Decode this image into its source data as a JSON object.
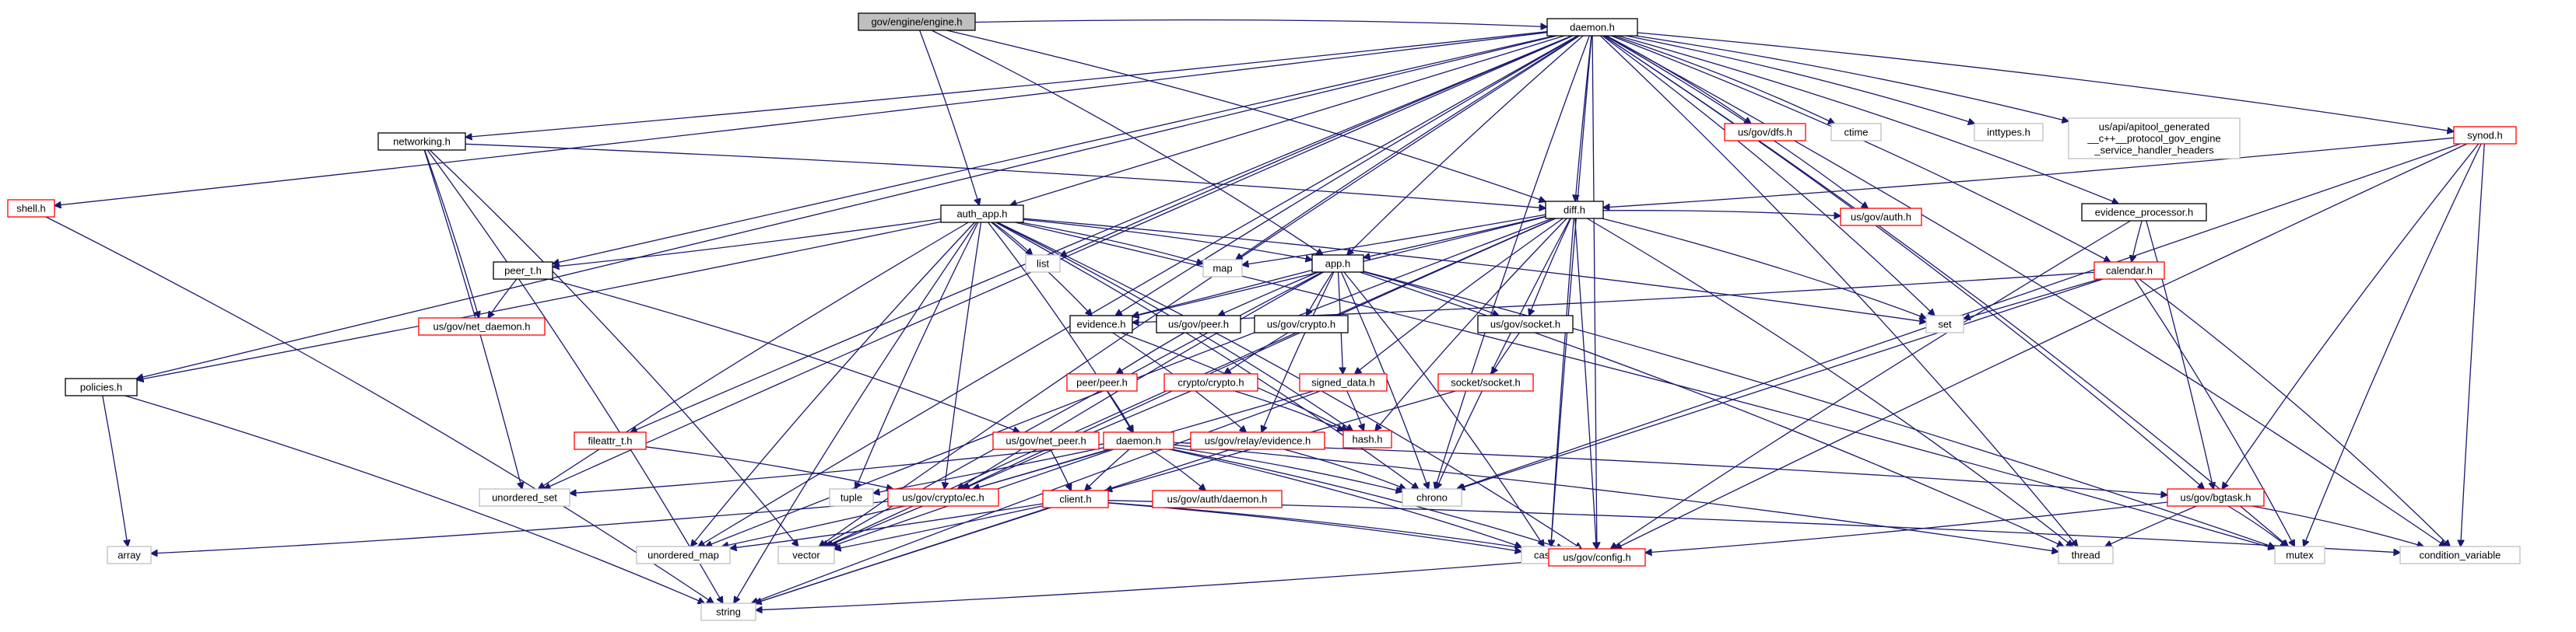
{
  "diagram": {
    "type": "include-dependency-graph",
    "root": "gov/engine/engine.h",
    "colors": {
      "edge": "#191970",
      "root_fill": "#bfbfbf",
      "expandable_border": "#ff0000",
      "normal_border": "#000000",
      "leaf_border": "#bfbfbf",
      "node_fill": "#ffffff"
    },
    "nodes": [
      {
        "id": "engine",
        "label": "gov/engine/engine.h",
        "kind": "root"
      },
      {
        "id": "daemon",
        "label": "daemon.h",
        "kind": "normal"
      },
      {
        "id": "shell",
        "label": "shell.h",
        "kind": "expandable"
      },
      {
        "id": "policies",
        "label": "policies.h",
        "kind": "normal"
      },
      {
        "id": "networking",
        "label": "networking.h",
        "kind": "normal"
      },
      {
        "id": "auth_app",
        "label": "auth_app.h",
        "kind": "normal"
      },
      {
        "id": "diff",
        "label": "diff.h",
        "kind": "normal"
      },
      {
        "id": "app",
        "label": "app.h",
        "kind": "normal"
      },
      {
        "id": "dfs",
        "label": "us/gov/dfs.h",
        "kind": "expandable"
      },
      {
        "id": "ctime",
        "label": "ctime",
        "kind": "leaf"
      },
      {
        "id": "inttypes",
        "label": "inttypes.h",
        "kind": "leaf"
      },
      {
        "id": "apitool",
        "label": [
          "us/api/apitool_generated",
          "__c++__protocol_gov_engine",
          "_service_handler_headers"
        ],
        "kind": "leaf"
      },
      {
        "id": "synod",
        "label": "synod.h",
        "kind": "expandable"
      },
      {
        "id": "evidence_processor",
        "label": "evidence_processor.h",
        "kind": "normal"
      },
      {
        "id": "calendar",
        "label": "calendar.h",
        "kind": "expandable"
      },
      {
        "id": "govauth",
        "label": "us/gov/auth.h",
        "kind": "expandable"
      },
      {
        "id": "peer_t",
        "label": "peer_t.h",
        "kind": "normal"
      },
      {
        "id": "net_daemon",
        "label": "us/gov/net_daemon.h",
        "kind": "expandable"
      },
      {
        "id": "list",
        "label": "list",
        "kind": "leaf"
      },
      {
        "id": "map",
        "label": "map",
        "kind": "leaf"
      },
      {
        "id": "set",
        "label": "set",
        "kind": "leaf"
      },
      {
        "id": "evidence",
        "label": "evidence.h",
        "kind": "normal"
      },
      {
        "id": "govpeer",
        "label": "us/gov/peer.h",
        "kind": "normal"
      },
      {
        "id": "govcrypto",
        "label": "us/gov/crypto.h",
        "kind": "normal"
      },
      {
        "id": "govsocket",
        "label": "us/gov/socket.h",
        "kind": "normal"
      },
      {
        "id": "peerpeer",
        "label": "peer/peer.h",
        "kind": "expandable"
      },
      {
        "id": "cryptocrypto",
        "label": "crypto/crypto.h",
        "kind": "expandable"
      },
      {
        "id": "signed_data",
        "label": "signed_data.h",
        "kind": "expandable"
      },
      {
        "id": "socketsocket",
        "label": "socket/socket.h",
        "kind": "expandable"
      },
      {
        "id": "hash",
        "label": "hash.h",
        "kind": "expandable"
      },
      {
        "id": "fileattr",
        "label": "fileattr_t.h",
        "kind": "expandable"
      },
      {
        "id": "govnetpeer",
        "label": "us/gov/net_peer.h",
        "kind": "expandable"
      },
      {
        "id": "daemon2",
        "label": "daemon.h",
        "kind": "expandable"
      },
      {
        "id": "relayevidence",
        "label": "us/gov/relay/evidence.h",
        "kind": "expandable"
      },
      {
        "id": "unordered_set",
        "label": "unordered_set",
        "kind": "leaf"
      },
      {
        "id": "tuple",
        "label": "tuple",
        "kind": "leaf"
      },
      {
        "id": "ec",
        "label": "us/gov/crypto/ec.h",
        "kind": "expandable"
      },
      {
        "id": "client",
        "label": "client.h",
        "kind": "expandable"
      },
      {
        "id": "authdaemon",
        "label": "us/gov/auth/daemon.h",
        "kind": "expandable"
      },
      {
        "id": "chrono",
        "label": "chrono",
        "kind": "leaf"
      },
      {
        "id": "bgtask",
        "label": "us/gov/bgtask.h",
        "kind": "expandable"
      },
      {
        "id": "array",
        "label": "array",
        "kind": "leaf"
      },
      {
        "id": "unordered_map",
        "label": "unordered_map",
        "kind": "leaf"
      },
      {
        "id": "vector",
        "label": "vector",
        "kind": "leaf"
      },
      {
        "id": "cassert",
        "label": "cassert",
        "kind": "leaf"
      },
      {
        "id": "config",
        "label": "us/gov/config.h",
        "kind": "expandable"
      },
      {
        "id": "thread",
        "label": "thread",
        "kind": "leaf"
      },
      {
        "id": "mutex",
        "label": "mutex",
        "kind": "leaf"
      },
      {
        "id": "condvar",
        "label": "condition_variable",
        "kind": "leaf"
      },
      {
        "id": "string",
        "label": "string",
        "kind": "leaf"
      }
    ],
    "edges": [
      [
        "engine",
        "daemon"
      ],
      [
        "engine",
        "auth_app"
      ],
      [
        "engine",
        "app"
      ],
      [
        "engine",
        "diff"
      ],
      [
        "daemon",
        "shell"
      ],
      [
        "daemon",
        "policies"
      ],
      [
        "daemon",
        "networking"
      ],
      [
        "daemon",
        "auth_app"
      ],
      [
        "daemon",
        "diff"
      ],
      [
        "daemon",
        "app"
      ],
      [
        "daemon",
        "dfs"
      ],
      [
        "daemon",
        "ctime"
      ],
      [
        "daemon",
        "inttypes"
      ],
      [
        "daemon",
        "apitool"
      ],
      [
        "daemon",
        "synod"
      ],
      [
        "daemon",
        "evidence_processor"
      ],
      [
        "daemon",
        "calendar"
      ],
      [
        "daemon",
        "govauth"
      ],
      [
        "daemon",
        "peer_t"
      ],
      [
        "daemon",
        "list"
      ],
      [
        "daemon",
        "map"
      ],
      [
        "daemon",
        "set"
      ],
      [
        "daemon",
        "evidence"
      ],
      [
        "daemon",
        "chrono"
      ],
      [
        "daemon",
        "bgtask"
      ],
      [
        "daemon",
        "vector"
      ],
      [
        "daemon",
        "unordered_map"
      ],
      [
        "daemon",
        "unordered_set"
      ],
      [
        "daemon",
        "cassert"
      ],
      [
        "daemon",
        "config"
      ],
      [
        "daemon",
        "thread"
      ],
      [
        "daemon",
        "mutex"
      ],
      [
        "daemon",
        "condvar"
      ],
      [
        "daemon",
        "fileattr"
      ],
      [
        "shell",
        "string"
      ],
      [
        "policies",
        "array"
      ],
      [
        "policies",
        "string"
      ],
      [
        "networking",
        "diff"
      ],
      [
        "networking",
        "net_daemon"
      ],
      [
        "networking",
        "string"
      ],
      [
        "networking",
        "vector"
      ],
      [
        "networking",
        "unordered_set"
      ],
      [
        "auth_app",
        "policies"
      ],
      [
        "auth_app",
        "peer_t"
      ],
      [
        "auth_app",
        "list"
      ],
      [
        "auth_app",
        "map"
      ],
      [
        "auth_app",
        "app"
      ],
      [
        "auth_app",
        "evidence"
      ],
      [
        "auth_app",
        "string"
      ],
      [
        "auth_app",
        "unordered_map"
      ],
      [
        "auth_app",
        "unordered_set"
      ],
      [
        "auth_app",
        "tuple"
      ],
      [
        "auth_app",
        "ec"
      ],
      [
        "auth_app",
        "hash"
      ],
      [
        "auth_app",
        "chrono"
      ],
      [
        "auth_app",
        "set"
      ],
      [
        "auth_app",
        "daemon2"
      ],
      [
        "auth_app",
        "config"
      ],
      [
        "auth_app",
        "mutex"
      ],
      [
        "peer_t",
        "net_daemon"
      ],
      [
        "peer_t",
        "govnetpeer"
      ],
      [
        "diff",
        "app"
      ],
      [
        "diff",
        "map"
      ],
      [
        "diff",
        "govauth"
      ],
      [
        "diff",
        "set"
      ],
      [
        "diff",
        "govsocket"
      ],
      [
        "diff",
        "evidence"
      ],
      [
        "diff",
        "signed_data"
      ],
      [
        "diff",
        "ec"
      ],
      [
        "diff",
        "vector"
      ],
      [
        "diff",
        "unordered_map"
      ],
      [
        "diff",
        "thread"
      ],
      [
        "diff",
        "config"
      ],
      [
        "diff",
        "cassert"
      ],
      [
        "diff",
        "chrono"
      ],
      [
        "diff",
        "hash"
      ],
      [
        "app",
        "evidence"
      ],
      [
        "app",
        "govpeer"
      ],
      [
        "app",
        "govcrypto"
      ],
      [
        "app",
        "govsocket"
      ],
      [
        "app",
        "ec"
      ],
      [
        "app",
        "vector"
      ],
      [
        "app",
        "chrono"
      ],
      [
        "app",
        "cassert"
      ],
      [
        "app",
        "thread"
      ],
      [
        "app",
        "mutex"
      ],
      [
        "app",
        "relayevidence"
      ],
      [
        "app",
        "signed_data"
      ],
      [
        "synod",
        "diff"
      ],
      [
        "synod",
        "bgtask"
      ],
      [
        "synod",
        "mutex"
      ],
      [
        "synod",
        "condvar"
      ],
      [
        "synod",
        "chrono"
      ],
      [
        "synod",
        "config"
      ],
      [
        "evidence_processor",
        "calendar"
      ],
      [
        "evidence_processor",
        "bgtask"
      ],
      [
        "evidence_processor",
        "config"
      ],
      [
        "calendar",
        "evidence"
      ],
      [
        "calendar",
        "set"
      ],
      [
        "calendar",
        "chrono"
      ],
      [
        "calendar",
        "mutex"
      ],
      [
        "calendar",
        "condvar"
      ],
      [
        "evidence",
        "relayevidence"
      ],
      [
        "evidence",
        "hash"
      ],
      [
        "govpeer",
        "peerpeer"
      ],
      [
        "govcrypto",
        "cryptocrypto"
      ],
      [
        "govsocket",
        "socketsocket"
      ],
      [
        "peerpeer",
        "daemon2"
      ],
      [
        "cryptocrypto",
        "hash"
      ],
      [
        "cryptocrypto",
        "ec"
      ],
      [
        "signed_data",
        "hash"
      ],
      [
        "signed_data",
        "ec"
      ],
      [
        "signed_data",
        "string"
      ],
      [
        "socketsocket",
        "client"
      ],
      [
        "fileattr",
        "ec"
      ],
      [
        "govnetpeer",
        "client"
      ],
      [
        "daemon2",
        "unordered_set"
      ],
      [
        "daemon2",
        "tuple"
      ],
      [
        "daemon2",
        "ec"
      ],
      [
        "daemon2",
        "client"
      ],
      [
        "daemon2",
        "authdaemon"
      ],
      [
        "daemon2",
        "chrono"
      ],
      [
        "daemon2",
        "bgtask"
      ],
      [
        "daemon2",
        "vector"
      ],
      [
        "daemon2",
        "cassert"
      ],
      [
        "daemon2",
        "config"
      ],
      [
        "daemon2",
        "thread"
      ],
      [
        "relayevidence",
        "chrono"
      ],
      [
        "relayevidence",
        "string"
      ],
      [
        "ec",
        "array"
      ],
      [
        "ec",
        "vector"
      ],
      [
        "ec",
        "unordered_map"
      ],
      [
        "client",
        "vector"
      ],
      [
        "client",
        "unordered_map"
      ],
      [
        "client",
        "string"
      ],
      [
        "client",
        "cassert"
      ],
      [
        "client",
        "config"
      ],
      [
        "client",
        "condvar"
      ],
      [
        "bgtask",
        "thread"
      ],
      [
        "bgtask",
        "mutex"
      ],
      [
        "bgtask",
        "condvar"
      ],
      [
        "bgtask",
        "config"
      ],
      [
        "config",
        "string"
      ]
    ]
  }
}
